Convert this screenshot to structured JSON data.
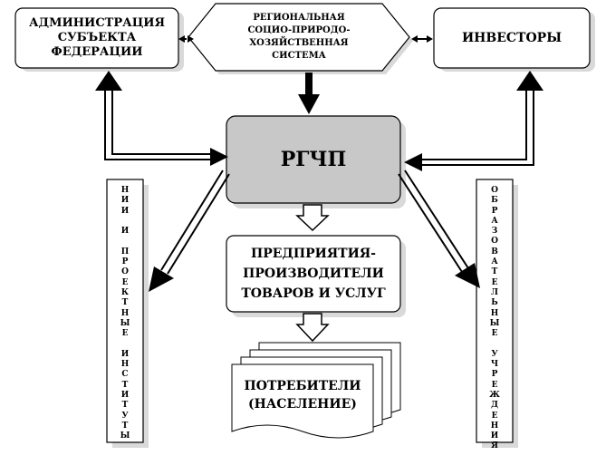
{
  "nodes": {
    "admin": "АДМИНИСТРАЦИЯ\nСУБЪЕКТА\nФЕДЕРАЦИИ",
    "region": "РЕГИОНАЛЬНАЯ\nСОЦИО-ПРИРОДО-\nХОЗЯЙСТВЕННАЯ\nСИСТЕМА",
    "investors": "ИНВЕСТОРЫ",
    "center": "РГЧП",
    "enterprises": "ПРЕДПРИЯТИЯ-\nПРОИЗВОДИТЕЛИ\nТОВАРОВ И УСЛУГ",
    "consumers": "ПОТРЕБИТЕЛИ\n(НАСЕЛЕНИЕ)",
    "research": "НИИ И ПРОЕКТНЫЕ ИНСТИТУТЫ",
    "education": "ОБРАЗОВАТЕЛЬНЫЕ УЧРЕЖДЕНИЯ"
  },
  "colors": {
    "center_fill": "#c8c8c8",
    "shadow": "#d9d9d9",
    "stroke": "#000000"
  }
}
